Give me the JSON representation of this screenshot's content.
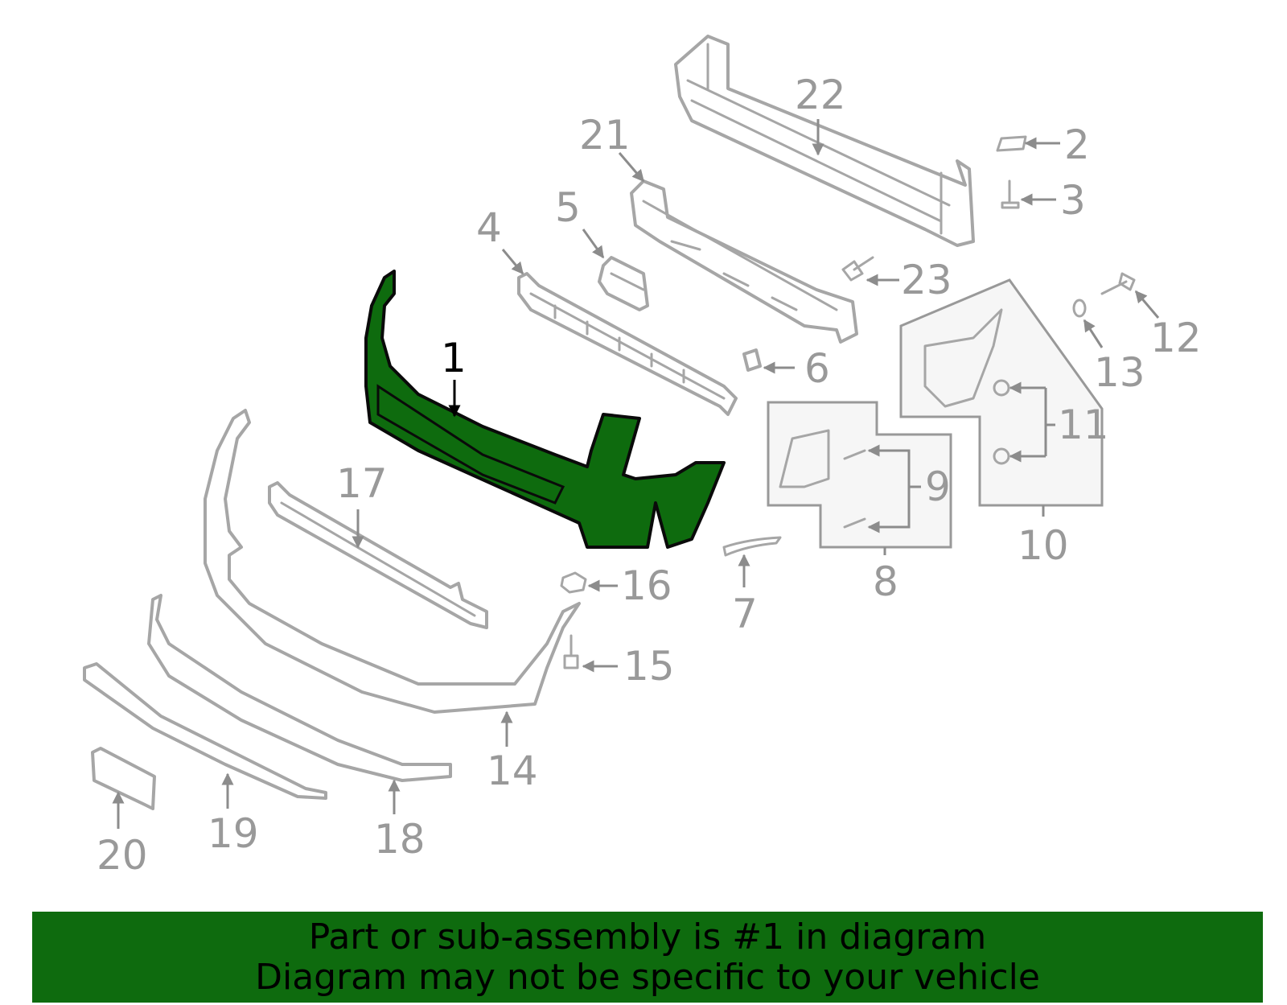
{
  "diagram": {
    "highlight_color": "#0e6b0e",
    "highlighted_part": "1",
    "callouts": [
      "1",
      "2",
      "3",
      "4",
      "5",
      "6",
      "7",
      "8",
      "9",
      "10",
      "11",
      "12",
      "13",
      "14",
      "15",
      "16",
      "17",
      "18",
      "19",
      "20",
      "21",
      "22",
      "23"
    ]
  },
  "banner": {
    "line1": "Part or sub-assembly is #1 in diagram",
    "line2": "Diagram may not be specific to your vehicle",
    "background": "#0e6b0e"
  }
}
